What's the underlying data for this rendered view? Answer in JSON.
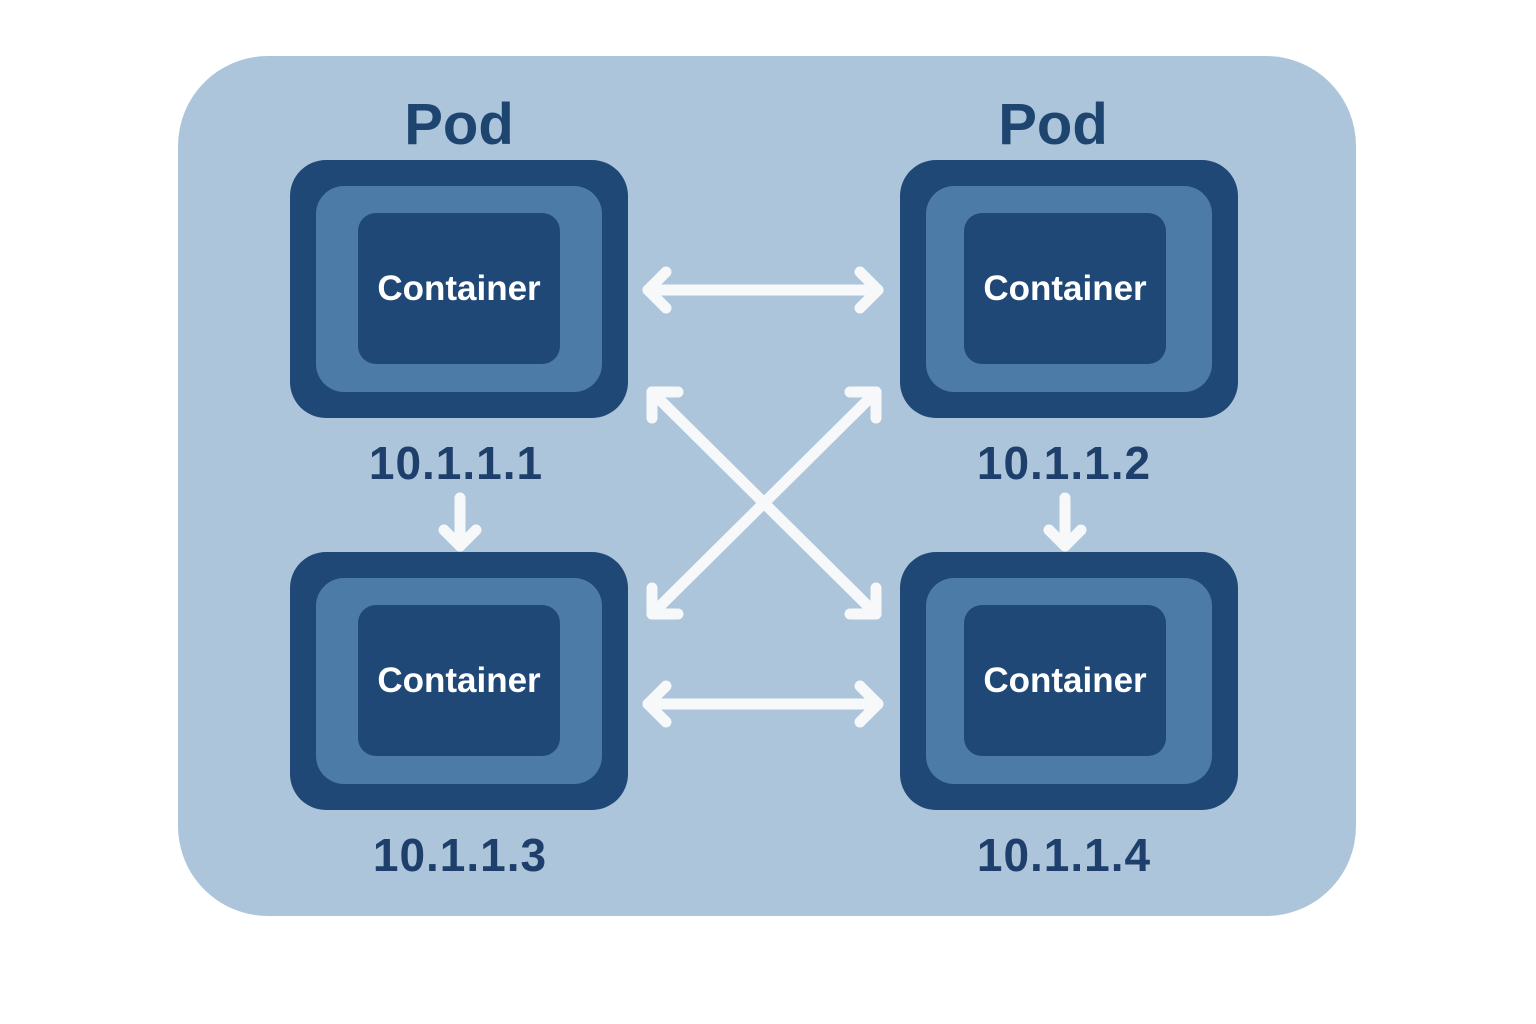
{
  "diagram": {
    "title_label": "Pod",
    "colors": {
      "cluster_bg": "#adc5da",
      "pod_outer": "#1f4876",
      "pod_middle": "#4d7ba8",
      "container": "#1f4876",
      "text_dark": "#1e3f6b",
      "arrow": "#f7f8fa"
    },
    "pods": [
      {
        "id": "pod-1",
        "title": "Pod",
        "container_label": "Container",
        "ip": "10.1.1.1"
      },
      {
        "id": "pod-2",
        "title": "Pod",
        "container_label": "Container",
        "ip": "10.1.1.2"
      },
      {
        "id": "pod-3",
        "title": "",
        "container_label": "Container",
        "ip": "10.1.1.3"
      },
      {
        "id": "pod-4",
        "title": "",
        "container_label": "Container",
        "ip": "10.1.1.4"
      }
    ],
    "connections": [
      {
        "from": "pod-1",
        "to": "pod-2",
        "type": "bidirectional"
      },
      {
        "from": "pod-3",
        "to": "pod-4",
        "type": "bidirectional"
      },
      {
        "from": "pod-1",
        "to": "pod-4",
        "type": "bidirectional"
      },
      {
        "from": "pod-2",
        "to": "pod-3",
        "type": "bidirectional"
      },
      {
        "from": "pod-1",
        "to": "pod-3",
        "type": "unidirectional"
      },
      {
        "from": "pod-2",
        "to": "pod-4",
        "type": "unidirectional"
      }
    ]
  }
}
